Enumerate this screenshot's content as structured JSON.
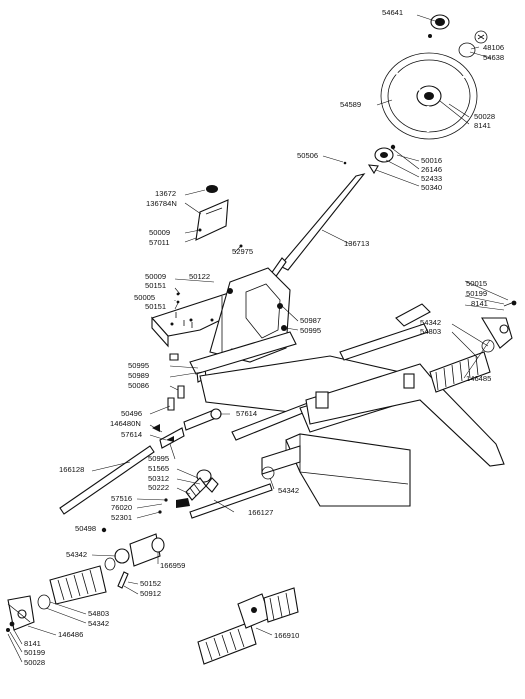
{
  "diagram": {
    "labels": [
      {
        "id": "54641"
      },
      {
        "id": "48106"
      },
      {
        "id": "54638"
      },
      {
        "id": "54589"
      },
      {
        "id": "50028"
      },
      {
        "id": "8141"
      },
      {
        "id": "50016"
      },
      {
        "id": "26146"
      },
      {
        "id": "52433"
      },
      {
        "id": "50340"
      },
      {
        "id": "50506"
      },
      {
        "id": "13672"
      },
      {
        "id": "136784N"
      },
      {
        "id": "50009"
      },
      {
        "id": "57011"
      },
      {
        "id": "52975"
      },
      {
        "id": "136713"
      },
      {
        "id": "50009"
      },
      {
        "id": "50122"
      },
      {
        "id": "50151"
      },
      {
        "id": "50005"
      },
      {
        "id": "50151"
      },
      {
        "id": "50987"
      },
      {
        "id": "50995"
      },
      {
        "id": "50015"
      },
      {
        "id": "50199"
      },
      {
        "id": "8141"
      },
      {
        "id": "54342"
      },
      {
        "id": "54803"
      },
      {
        "id": "146485"
      },
      {
        "id": "50995"
      },
      {
        "id": "50989"
      },
      {
        "id": "50086"
      },
      {
        "id": "50496"
      },
      {
        "id": "146480N"
      },
      {
        "id": "57614"
      },
      {
        "id": "57614"
      },
      {
        "id": "50995"
      },
      {
        "id": "166128"
      },
      {
        "id": "51565"
      },
      {
        "id": "50312"
      },
      {
        "id": "50222"
      },
      {
        "id": "54342"
      },
      {
        "id": "57516"
      },
      {
        "id": "76020"
      },
      {
        "id": "52301"
      },
      {
        "id": "166127"
      },
      {
        "id": "50498"
      },
      {
        "id": "54342"
      },
      {
        "id": "166959"
      },
      {
        "id": "50152"
      },
      {
        "id": "50912"
      },
      {
        "id": "54803"
      },
      {
        "id": "54342"
      },
      {
        "id": "146486"
      },
      {
        "id": "8141"
      },
      {
        "id": "50199"
      },
      {
        "id": "50028"
      },
      {
        "id": "166910"
      }
    ]
  }
}
